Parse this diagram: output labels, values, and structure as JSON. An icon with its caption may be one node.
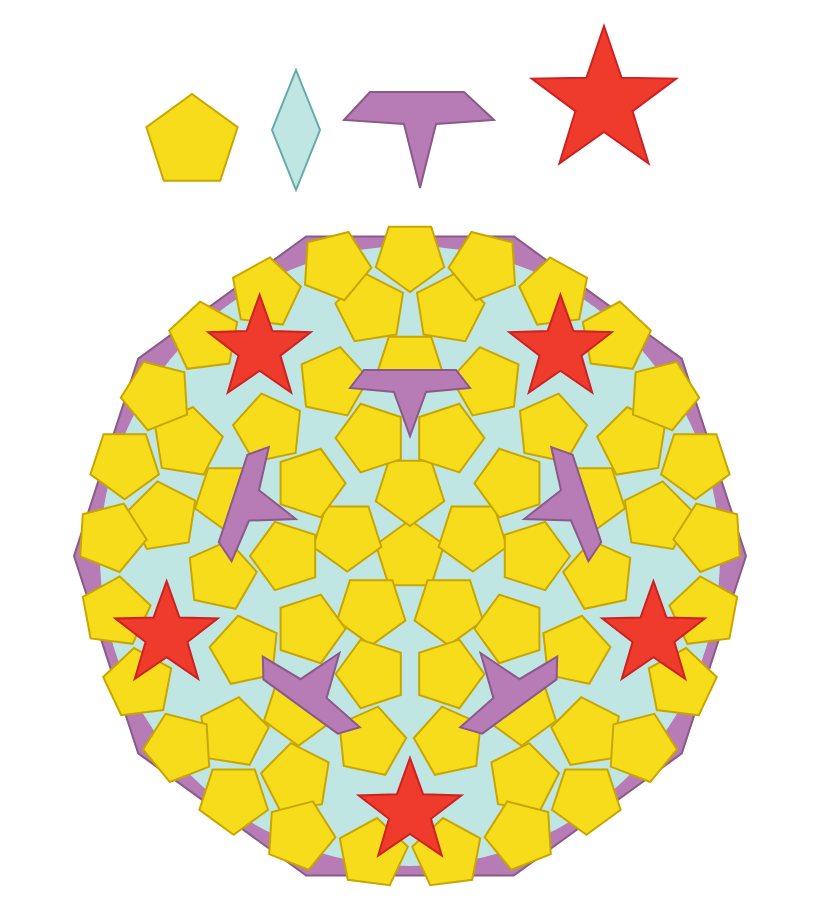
{
  "diagram": {
    "nodes": [
      {
        "text": [],
        "shape": "pentagon"
      },
      {
        "text": [],
        "shape": "diamond"
      },
      {
        "text": [],
        "shape": "boat"
      },
      {
        "text": [],
        "shape": "star"
      }
    ]
  }
}
